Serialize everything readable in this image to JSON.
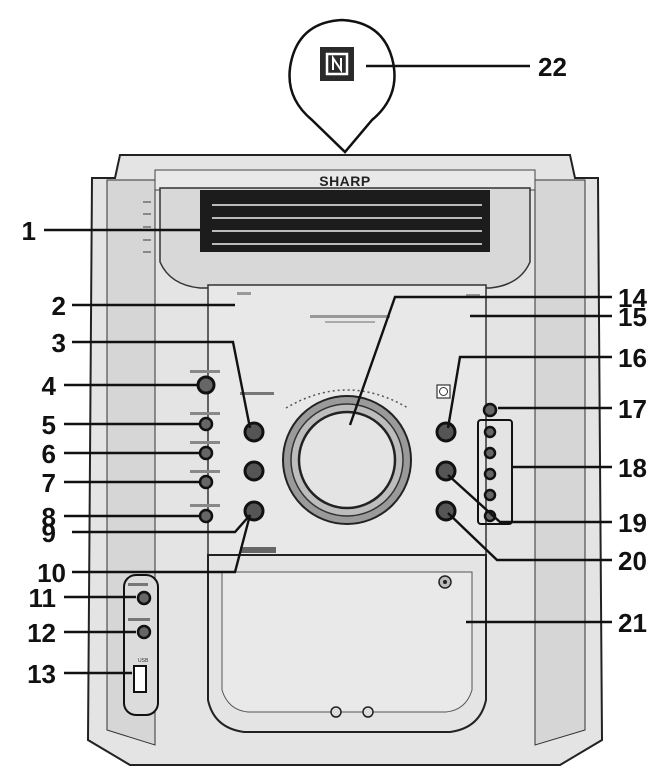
{
  "brand": "SHARP",
  "usb_label": "USB",
  "callouts": [
    "1",
    "2",
    "3",
    "4",
    "5",
    "6",
    "7",
    "8",
    "9",
    "10",
    "11",
    "12",
    "13",
    "14",
    "15",
    "16",
    "17",
    "18",
    "19",
    "20",
    "21",
    "22"
  ],
  "icons": {
    "nfc": "nfc-icon",
    "bluetooth": "bluetooth-logo-icon",
    "disc": "disc-icon"
  }
}
